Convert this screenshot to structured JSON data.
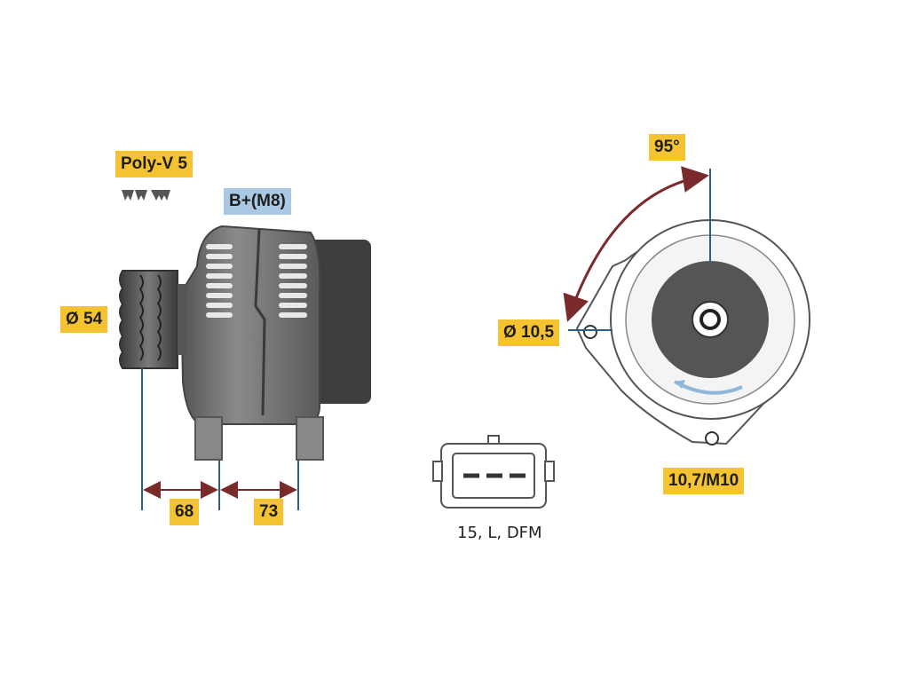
{
  "labels": {
    "belt": "Poly-V 5",
    "terminal": "B+(M8)",
    "pulley_diameter": "Ø 54",
    "dim_a": "68",
    "dim_b": "73",
    "angle": "95°",
    "hole_diameter": "Ø 10,5",
    "thread": "10,7/M10",
    "connector_pins": "15, L, DFM"
  },
  "colors": {
    "label_yellow": "#f5c232",
    "label_blue": "#a9c8e4",
    "dimension_line": "#2f5f85",
    "dimension_arrow": "#7a2a2a",
    "body_dark": "#4a4a4a",
    "body_mid": "#6e6e6e",
    "body_light": "#9a9a9a"
  },
  "icons": {
    "belt_profile": "poly-v-belt-icon",
    "connector": "plug-connector-icon",
    "rotation": "rotation-arrow-icon"
  }
}
